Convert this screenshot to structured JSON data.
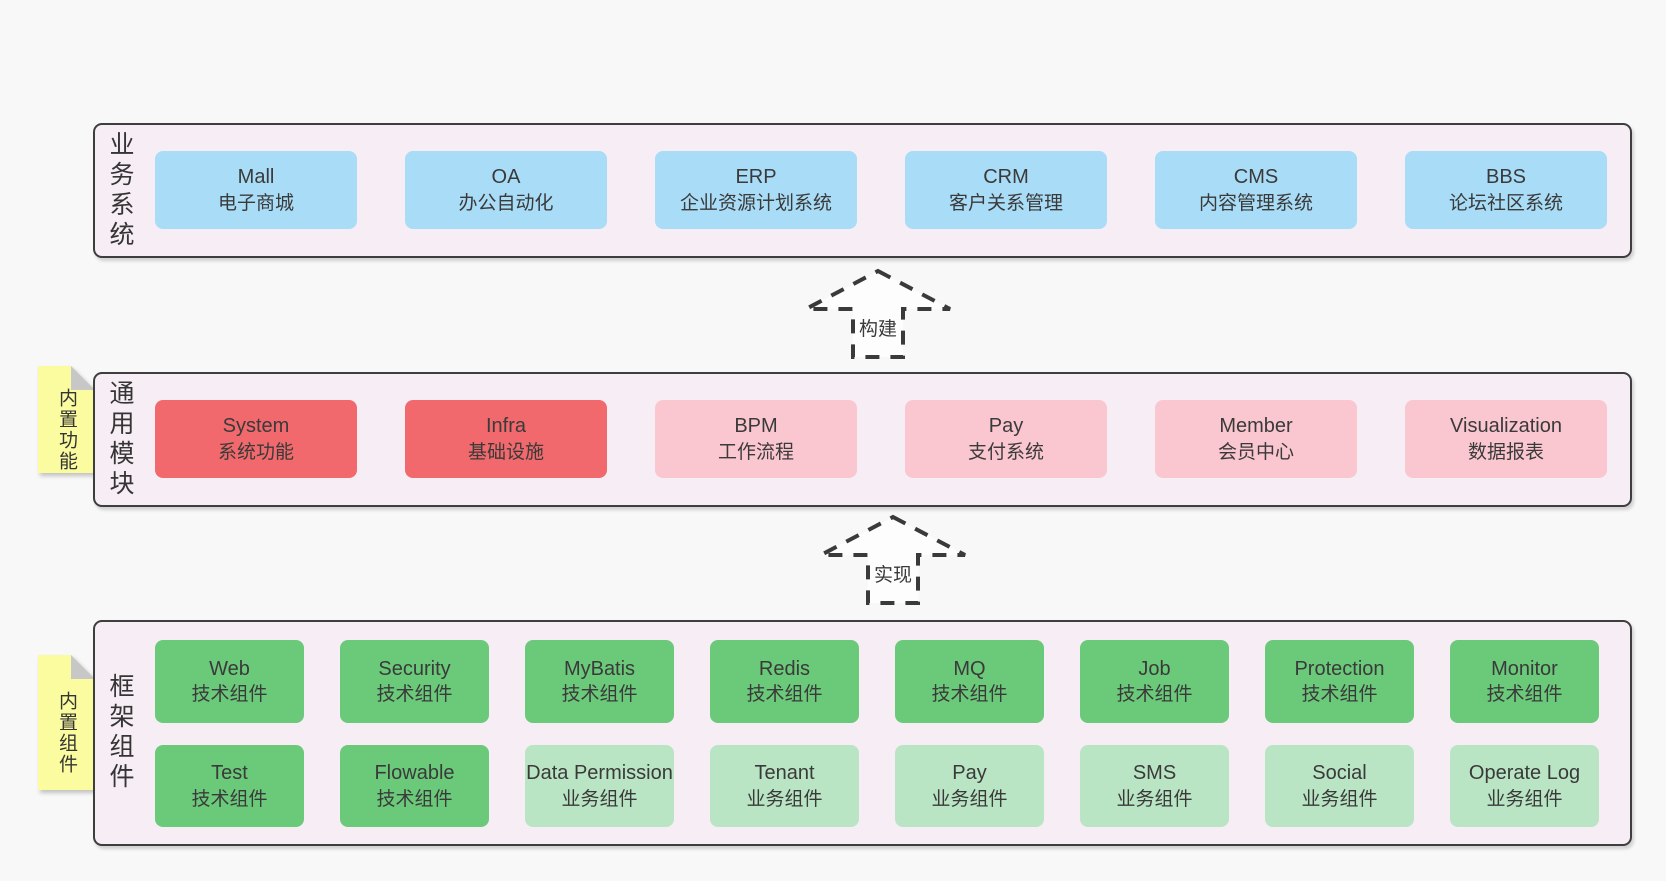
{
  "colors": {
    "canvas_bg": "#F8F8F8",
    "container_bg": "#F7EDF5",
    "container_border": "#3E3E3E",
    "blue": "#A9DCF6",
    "red": "#F1696C",
    "pink": "#FAC7D1",
    "green": "#6BC97A",
    "light_green": "#B9E5C4",
    "sticky_yellow": "#FBFB9F",
    "text": "#3A3A3A"
  },
  "layers": [
    {
      "id": "business",
      "label": "业务系统",
      "boxes": [
        {
          "title": "Mall",
          "subtitle": "电子商城",
          "variant": "blue"
        },
        {
          "title": "OA",
          "subtitle": "办公自动化",
          "variant": "blue"
        },
        {
          "title": "ERP",
          "subtitle": "企业资源计划系统",
          "variant": "blue"
        },
        {
          "title": "CRM",
          "subtitle": "客户关系管理",
          "variant": "blue"
        },
        {
          "title": "CMS",
          "subtitle": "内容管理系统",
          "variant": "blue"
        },
        {
          "title": "BBS",
          "subtitle": "论坛社区系统",
          "variant": "blue"
        }
      ]
    },
    {
      "id": "modules",
      "label": "通用模块",
      "sticky": "内置功能",
      "boxes": [
        {
          "title": "System",
          "subtitle": "系统功能",
          "variant": "red"
        },
        {
          "title": "Infra",
          "subtitle": "基础设施",
          "variant": "red"
        },
        {
          "title": "BPM",
          "subtitle": "工作流程",
          "variant": "pink"
        },
        {
          "title": "Pay",
          "subtitle": "支付系统",
          "variant": "pink"
        },
        {
          "title": "Member",
          "subtitle": "会员中心",
          "variant": "pink"
        },
        {
          "title": "Visualization",
          "subtitle": "数据报表",
          "variant": "pink"
        }
      ]
    },
    {
      "id": "framework",
      "label": "框架组件",
      "sticky": "内置组件",
      "rows": [
        [
          {
            "title": "Web",
            "subtitle": "技术组件",
            "variant": "green"
          },
          {
            "title": "Security",
            "subtitle": "技术组件",
            "variant": "green"
          },
          {
            "title": "MyBatis",
            "subtitle": "技术组件",
            "variant": "green"
          },
          {
            "title": "Redis",
            "subtitle": "技术组件",
            "variant": "green"
          },
          {
            "title": "MQ",
            "subtitle": "技术组件",
            "variant": "green"
          },
          {
            "title": "Job",
            "subtitle": "技术组件",
            "variant": "green"
          },
          {
            "title": "Protection",
            "subtitle": "技术组件",
            "variant": "green"
          },
          {
            "title": "Monitor",
            "subtitle": "技术组件",
            "variant": "green"
          }
        ],
        [
          {
            "title": "Test",
            "subtitle": "技术组件",
            "variant": "green"
          },
          {
            "title": "Flowable",
            "subtitle": "技术组件",
            "variant": "green"
          },
          {
            "title": "Data Permission",
            "subtitle": "业务组件",
            "variant": "light_green"
          },
          {
            "title": "Tenant",
            "subtitle": "业务组件",
            "variant": "light_green"
          },
          {
            "title": "Pay",
            "subtitle": "业务组件",
            "variant": "light_green"
          },
          {
            "title": "SMS",
            "subtitle": "业务组件",
            "variant": "light_green"
          },
          {
            "title": "Social",
            "subtitle": "业务组件",
            "variant": "light_green"
          },
          {
            "title": "Operate Log",
            "subtitle": "业务组件",
            "variant": "light_green"
          }
        ]
      ]
    }
  ],
  "arrows": [
    {
      "label": "构建"
    },
    {
      "label": "实现"
    }
  ]
}
